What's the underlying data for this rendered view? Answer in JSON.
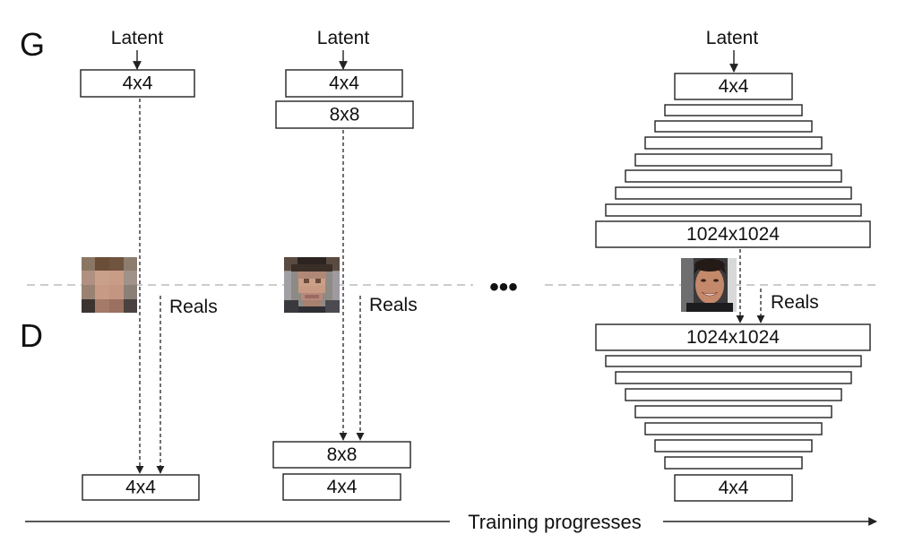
{
  "generator_label": "G",
  "discriminator_label": "D",
  "latent_label": "Latent",
  "reals_label": "Reals",
  "ellipsis": "•••",
  "axis_label": "Training progresses",
  "stage1": {
    "generator": [
      "4x4"
    ],
    "discriminator": [
      "4x4"
    ],
    "image": "pixelated face (4x4)"
  },
  "stage2": {
    "generator": [
      "4x4",
      "8x8"
    ],
    "discriminator": [
      "8x8",
      "4x4"
    ],
    "image": "pixelated face (8x8)"
  },
  "stage3": {
    "generator_top": "4x4",
    "generator_bottom": "1024x1024",
    "discriminator_top": "1024x1024",
    "discriminator_bottom": "4x4",
    "image": "photo of smiling man (1024x1024)"
  },
  "colors": {
    "line": "#222222",
    "separator": "#bbbbbb"
  }
}
